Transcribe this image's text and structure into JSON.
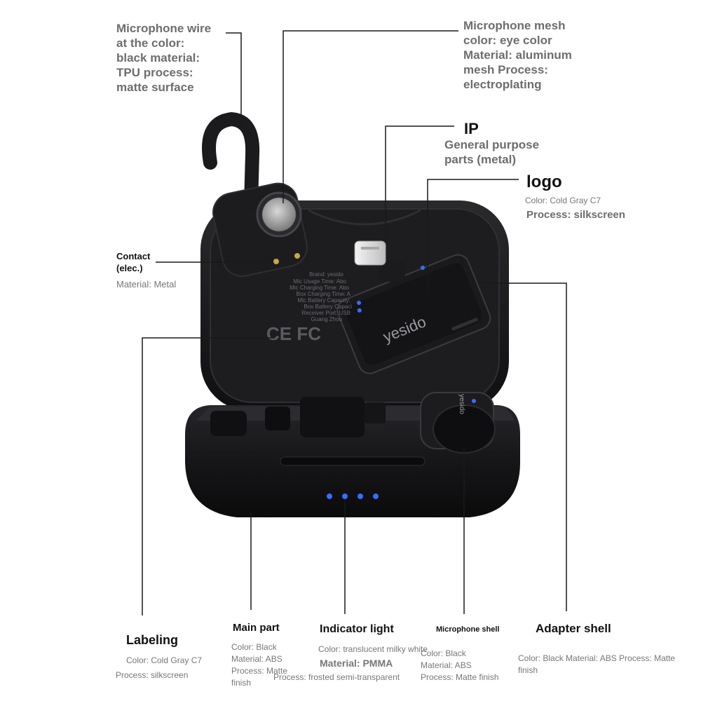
{
  "colors": {
    "accent_blue": "#3a6cff",
    "case_black": "#1a1a1c",
    "leader_line": "#1a1a1a",
    "label_gray": "#6d6d6d"
  },
  "callouts": {
    "mic_wire": [
      "Microphone wire",
      "at the color:",
      "black material:",
      "TPU process:",
      "matte surface"
    ],
    "mic_mesh": [
      "Microphone mesh",
      "color: eye color",
      "Material: aluminum",
      "mesh Process:",
      "electroplating"
    ],
    "ip": {
      "title": "IP",
      "lines": [
        "General purpose",
        "parts (metal)"
      ]
    },
    "logo": {
      "title": "logo",
      "color": "Color: Cold Gray C7",
      "process": "Process: silkscreen"
    },
    "contact": {
      "title1": "Contact",
      "title2": "(elec.)",
      "material": "Material: Metal"
    },
    "labeling": {
      "title": "Labeling",
      "color": "Color: Cold Gray C7",
      "process": "Process: silkscreen"
    },
    "main_part": {
      "title": "Main part",
      "lines": [
        "Color: Black",
        "Material: ABS",
        "Process: Matte",
        "finish"
      ]
    },
    "indicator": {
      "title": "Indicator light",
      "color": "Color: translucent milky white",
      "material": "Material: PMMA",
      "process": "Process: frosted semi-transparent"
    },
    "mic_shell": {
      "title": "Microphone shell",
      "lines": [
        "Color: Black",
        "Material: ABS",
        "Process: Matte finish"
      ]
    },
    "adapter_shell": {
      "title": "Adapter shell",
      "lines": [
        "Color: Black Material: ABS Process: Matte",
        "finish"
      ]
    }
  },
  "product": {
    "brand_logo": "yesido",
    "mic_logo": "yesido",
    "cert_marks": "CE FC",
    "label_lines": [
      "Brand: yesido",
      "Mic Usage Time: Abo",
      "Mic Charging Time: Abo",
      "Box Charging Time: A",
      "Mic Battery Capacity:",
      "Box Battery Capaci",
      "Receiver Port: USB",
      "Guang Zhou"
    ]
  }
}
